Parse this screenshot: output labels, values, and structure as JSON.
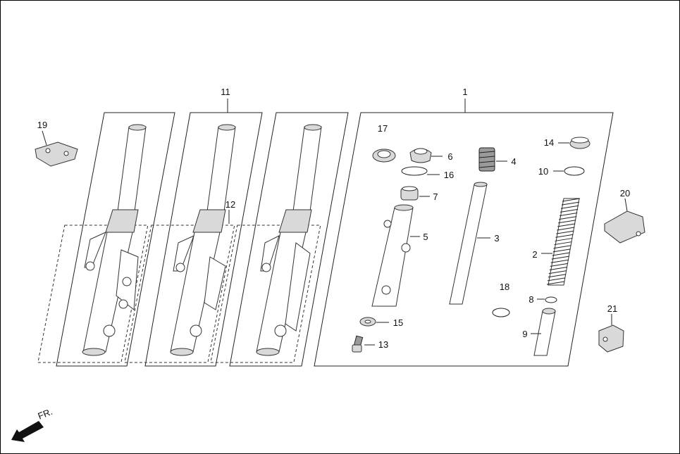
{
  "diagram": {
    "callouts": {
      "c1": "1",
      "c2": "2",
      "c3": "3",
      "c4": "4",
      "c5": "5",
      "c6": "6",
      "c7": "7",
      "c8": "8",
      "c9": "9",
      "c10": "10",
      "c11": "11",
      "c12": "12",
      "c13": "13",
      "c14": "14",
      "c15": "15",
      "c16": "16",
      "c17": "17",
      "c18": "18",
      "c19": "19",
      "c20": "20",
      "c21": "21"
    },
    "direction_label": "FR."
  },
  "colors": {
    "line": "#222222",
    "shade": "#d9d9d9",
    "dark": "#9a9a9a"
  }
}
